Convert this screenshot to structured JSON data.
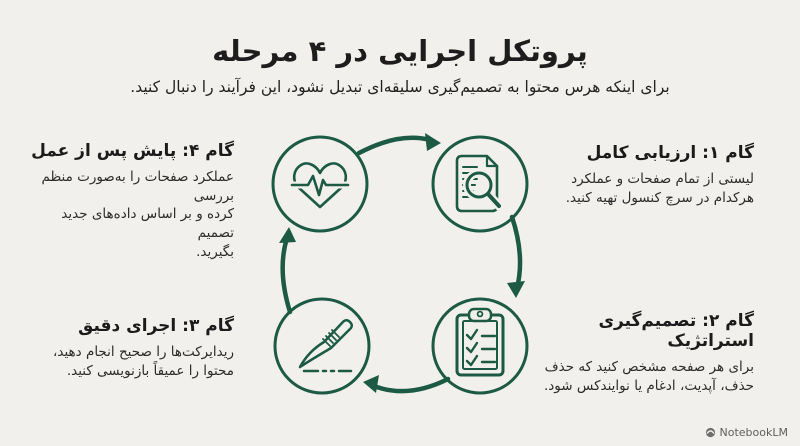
{
  "background": "#f2f0ec",
  "accent_green": "#1d5a46",
  "text_dark": "#1d1d1d",
  "header": {
    "title": "پروتکل اجرایی در ۴ مرحله",
    "subtitle": "برای اینکه هرس محتوا به تصمیم‌گیری سلیقه‌ای تبدیل نشود، این فرآیند را دنبال کنید."
  },
  "steps": [
    {
      "heading": "گام ۱: ارزیابی کامل",
      "body": "لیستی از تمام صفحات و عملکرد\nهرکدام در سرچ کنسول تهیه کنید.",
      "icon": "document-search-icon"
    },
    {
      "heading": "گام ۲: تصمیم‌گیری استراتژیک",
      "body": "برای هر صفحه مشخص کنید که حذف\nحذف، آپدیت، ادغام یا نوایندکس شود.",
      "icon": "clipboard-checklist-icon"
    },
    {
      "heading": "گام ۳: اجرای دقیق",
      "body": "ریدایرکت‌ها را صحیح انجام دهید،\nمحتوا را عمیقاً بازنویسی کنید.",
      "icon": "scalpel-icon"
    },
    {
      "heading": "گام ۴: پایش پس از عمل",
      "body": "عملکرد صفحات را به‌صورت منظم بررسی\nکرده و بر اساس داده‌های جدید تصمیم\nبگیرید.",
      "icon": "heart-pulse-icon"
    }
  ],
  "diagram": {
    "type": "cycle",
    "icons": [
      "heart-pulse-icon",
      "document-search-icon",
      "clipboard-checklist-icon",
      "scalpel-icon"
    ],
    "arrow_color": "#1d5a46"
  },
  "footer": {
    "brand": "NotebookLM"
  }
}
